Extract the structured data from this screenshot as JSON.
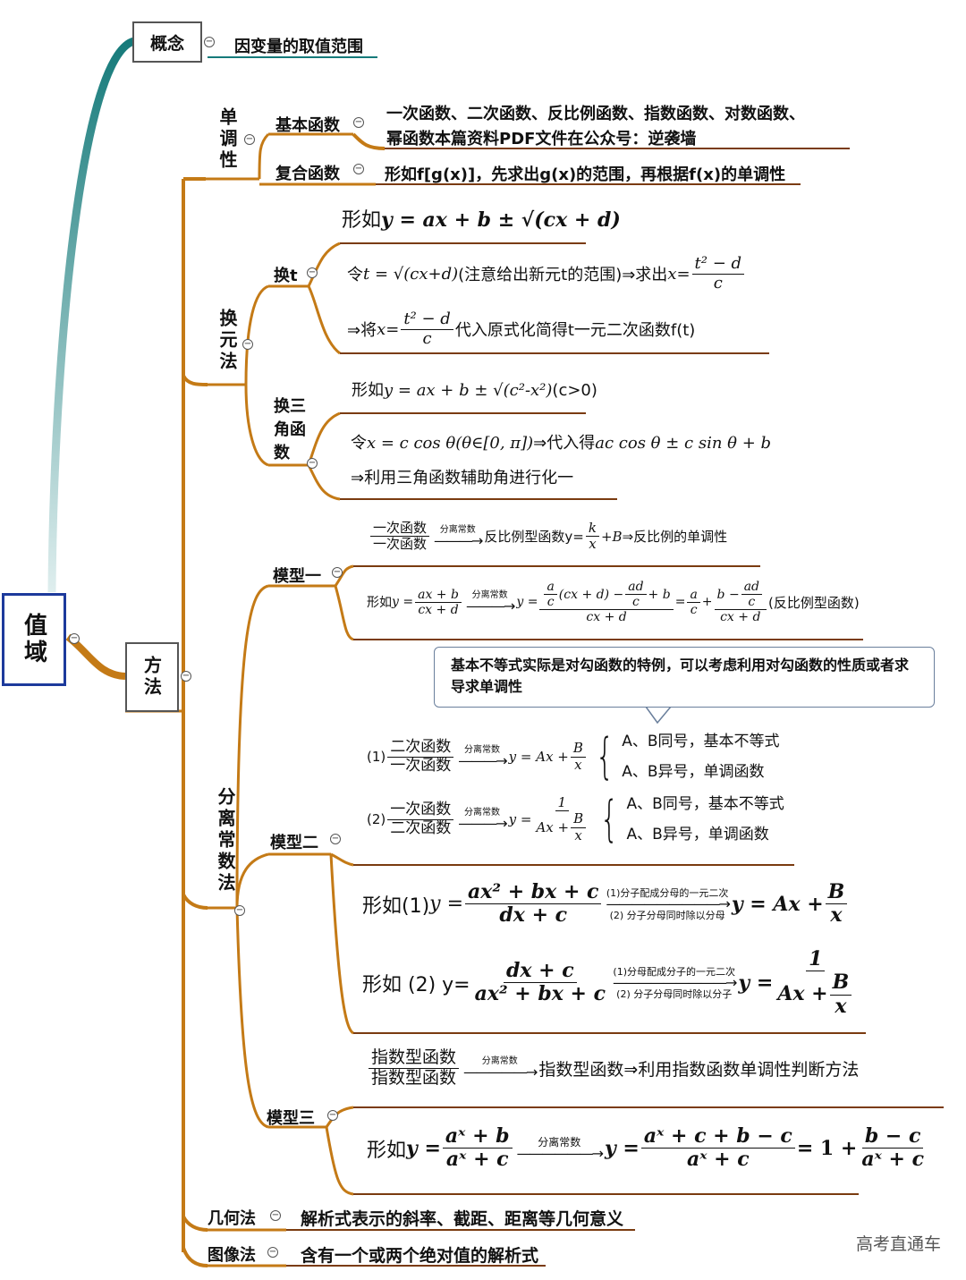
{
  "root": {
    "label": "值域"
  },
  "concept": {
    "label": "概念",
    "desc": "因变量的取值范围"
  },
  "method": {
    "label": "方法"
  },
  "monotonic": {
    "label": "单调性",
    "basic": {
      "label": "基本函数",
      "line1": "一次函数、二次函数、反比例函数、指数函数、对数函数、",
      "line2": "幂函数本篇资料PDF文件在公众号：逆袭墙"
    },
    "composite": {
      "label": "复合函数",
      "desc": "形如f[g(x)]，先求出g(x)的范围，再根据f(x)的单调性"
    }
  },
  "substitution": {
    "label": "换元法",
    "form": "形如",
    "form_expr": "y = ax + b ± √(cx + d)",
    "t_sub": {
      "label": "换t",
      "let": "令",
      "let_expr": "t = √(cx+d)",
      "note": "(注意给出新元t的范围)⇒求出",
      "x_eq": "x=",
      "num": "t² − d",
      "den": "c",
      "then": "⇒将",
      "tail": "代入原式化简得t一元二次函数f(t)"
    },
    "trig": {
      "label": "换三角函数",
      "form": "形如",
      "form_expr": "y = ax + b ± √(c²-x²)",
      "cond": "(c>0)",
      "let": "令",
      "let_expr": "x = c cos θ(θ∈[0, π])",
      "sub": "⇒代入得",
      "sub_expr": "ac cos θ ± c sin θ + b",
      "aux": "⇒利用三角函数辅助角进行化一"
    }
  },
  "separation": {
    "label": "分离常数法",
    "arrow_label": "分离常数",
    "model1": {
      "label": "模型一",
      "top": "一次函数",
      "bottom": "一次函数",
      "result": "反比例型函数y=",
      "k": "k",
      "x": "x",
      "plus_b": "+B",
      "tail": "⇒反比例的单调性",
      "form": "形如",
      "form_lhs": "y =",
      "f_num": "ax + b",
      "f_den": "cx + d",
      "big_num_a": "a",
      "big_num_c": "c",
      "big_num_mid": "(cx + d) −",
      "big_num_ad": "ad",
      "big_num_plus_b": "+ b",
      "big_den": "cx + d",
      "eq_a": "a",
      "eq_c": "c",
      "rest_num_b": "b −",
      "rest_ad": "ad",
      "rest_c": "c",
      "rest_den": "cx + d",
      "type_note": "(反比例型函数)"
    },
    "callout": "基本不等式实际是对勾函数的特例，可以考虑利用对勾函数的性质或者求导求单调性",
    "model2": {
      "label": "模型二",
      "case1_idx": "(1)",
      "case1_top": "二次函数",
      "case1_bottom": "一次函数",
      "case1_rhs": "y = Ax +",
      "case1_B": "B",
      "case1_x": "x",
      "case2_idx": "(2)",
      "case2_top": "一次函数",
      "case2_bottom": "二次函数",
      "case2_lhs": "y =",
      "case2_one": "1",
      "case2_den": "Ax +",
      "case2_B": "B",
      "case2_x": "x",
      "same_sign": "A、B同号，基本不等式",
      "diff_sign": "A、B异号，单调函数",
      "form1": "形如(1)",
      "form1_y": "y =",
      "form1_num": "ax² + bx + c",
      "form1_den": "dx + c",
      "form1_step1": "(1)分子配成分母的一元二次",
      "form1_step2": "(2) 分子分母同时除以分母",
      "form1_rhs": "y = Ax +",
      "form1_B": "B",
      "form1_x": "x",
      "form2": "形如 (2) y=",
      "form2_num": "dx + c",
      "form2_den": "ax² + bx + c",
      "form2_step1": "(1)分母配成分子的一元二次",
      "form2_step2": "(2) 分子分母同时除以分子",
      "form2_rhs": "y =",
      "form2_one": "1",
      "form2_den2": "Ax +",
      "form2_B": "B",
      "form2_x": "x"
    },
    "model3": {
      "label": "模型三",
      "top": "指数型函数",
      "bottom": "指数型函数",
      "result": "指数型函数⇒利用指数函数单调性判断方法",
      "form": "形如",
      "form_y": "y =",
      "num": "aˣ + b",
      "den": "aˣ + c",
      "rhs_y": "y =",
      "rhs_num": "aˣ + c + b − c",
      "rhs_den": "aˣ + c",
      "eq_one": "= 1 +",
      "last_num": "b − c",
      "last_den": "aˣ + c"
    }
  },
  "geometry": {
    "label": "几何法",
    "desc": "解析式表示的斜率、截距、距离等几何意义"
  },
  "graph": {
    "label": "图像法",
    "desc": "含有一个或两个绝对值的解析式"
  },
  "watermark": "高考直通车",
  "colors": {
    "branch": "#c47a16",
    "concept_branch_top": "#157a7a",
    "concept_branch_bottom": "#dfeeee",
    "root_border": "#1d3a9c"
  }
}
